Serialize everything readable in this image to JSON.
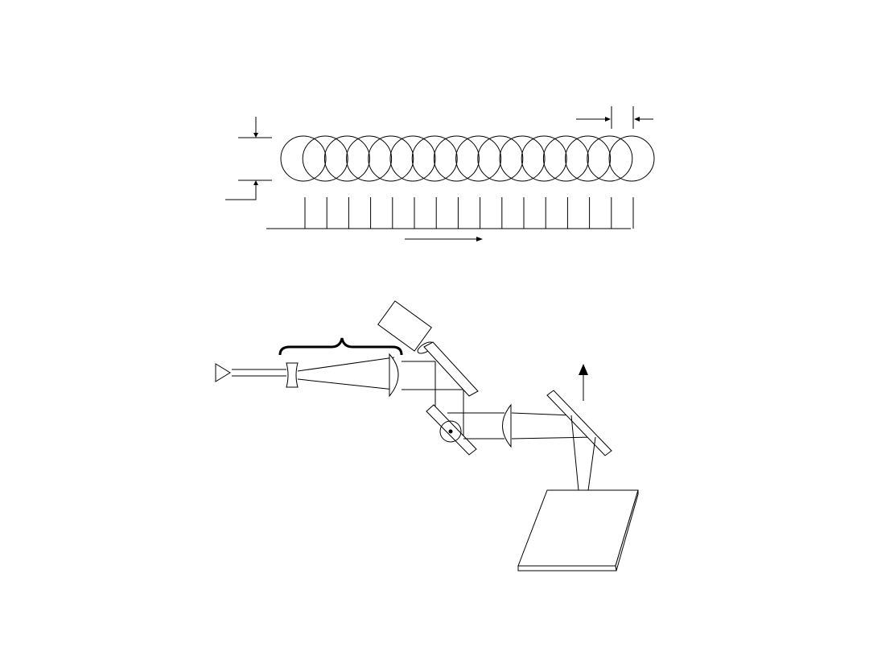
{
  "figure": {
    "type": "patent-line-drawing",
    "colors": {
      "ink": "#000000",
      "paper": "#ffffff"
    },
    "spot_overlap_diagram": {
      "spot_count": 16,
      "pulse_count": 16
    },
    "optical_layout": {
      "components": [
        "input-beam-arrow",
        "diverging-lens",
        "beam-expander-brace",
        "collimating-lens",
        "laser-housing",
        "first-scan-mirror",
        "second-scan-mirror",
        "focusing-lens",
        "fold-mirror",
        "workpiece"
      ]
    }
  }
}
